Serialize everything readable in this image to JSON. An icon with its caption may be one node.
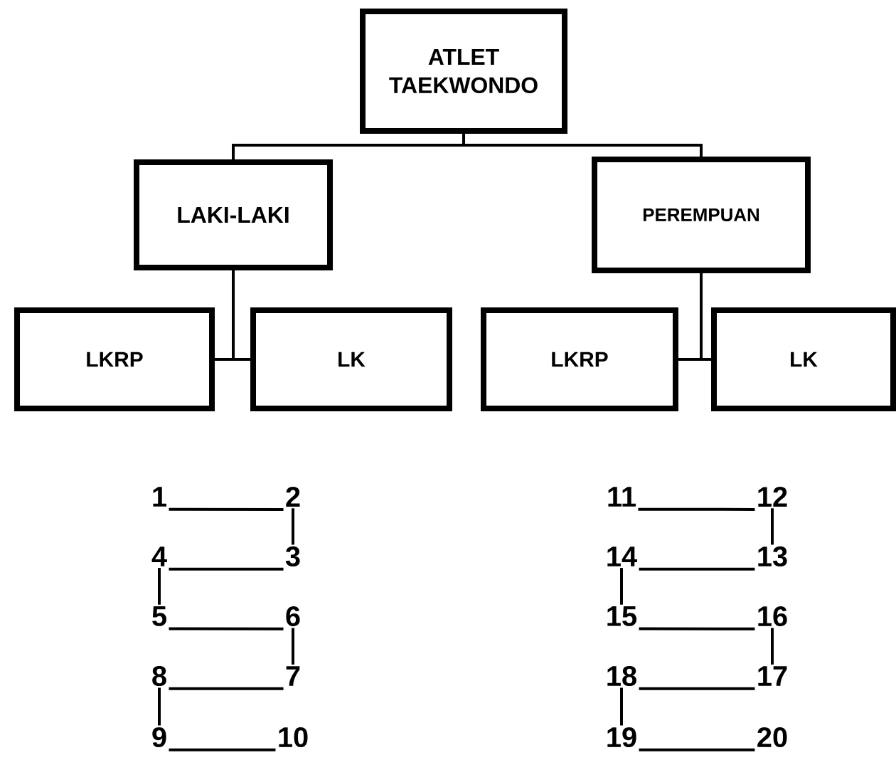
{
  "diagram": {
    "nodes": [
      {
        "text": [
          "ATLET TAEKWONDO"
        ]
      },
      {
        "text": [
          "LAKI-LAKI"
        ]
      },
      {
        "text": [
          "PEREMPUAN"
        ]
      },
      {
        "text": [
          "LKRP"
        ]
      },
      {
        "text": [
          "LK"
        ]
      },
      {
        "text": [
          "LKRP"
        ]
      },
      {
        "text": [
          "LK"
        ]
      },
      {
        "text": [
          "1"
        ]
      },
      {
        "text": [
          "2"
        ]
      },
      {
        "text": [
          "3"
        ]
      },
      {
        "text": [
          "4"
        ]
      },
      {
        "text": [
          "5"
        ]
      },
      {
        "text": [
          "6"
        ]
      },
      {
        "text": [
          "7"
        ]
      },
      {
        "text": [
          "8"
        ]
      },
      {
        "text": [
          "9"
        ]
      },
      {
        "text": [
          "10"
        ]
      },
      {
        "text": [
          "11"
        ]
      },
      {
        "text": [
          "12"
        ]
      },
      {
        "text": [
          "13"
        ]
      },
      {
        "text": [
          "14"
        ]
      },
      {
        "text": [
          "15"
        ]
      },
      {
        "text": [
          "16"
        ]
      },
      {
        "text": [
          "17"
        ]
      },
      {
        "text": [
          "18"
        ]
      },
      {
        "text": [
          "19"
        ]
      },
      {
        "text": [
          "20"
        ]
      }
    ],
    "edges": [
      {
        "from": 0,
        "to": 1,
        "arrow": "none"
      },
      {
        "from": 0,
        "to": 2,
        "arrow": "none"
      },
      {
        "from": 1,
        "to": 3,
        "arrow": "none"
      },
      {
        "from": 1,
        "to": 4,
        "arrow": "none"
      },
      {
        "from": 2,
        "to": 5,
        "arrow": "none"
      },
      {
        "from": 2,
        "to": 6,
        "arrow": "none"
      },
      {
        "from": 7,
        "to": 8,
        "arrow": "none"
      },
      {
        "from": 8,
        "to": 9,
        "arrow": "none"
      },
      {
        "from": 9,
        "to": 10,
        "arrow": "none"
      },
      {
        "from": 10,
        "to": 11,
        "arrow": "none"
      },
      {
        "from": 11,
        "to": 12,
        "arrow": "none"
      },
      {
        "from": 12,
        "to": 13,
        "arrow": "none"
      },
      {
        "from": 13,
        "to": 14,
        "arrow": "none"
      },
      {
        "from": 14,
        "to": 15,
        "arrow": "none"
      },
      {
        "from": 15,
        "to": 16,
        "arrow": "none"
      },
      {
        "from": 17,
        "to": 18,
        "arrow": "none"
      },
      {
        "from": 18,
        "to": 19,
        "arrow": "none"
      },
      {
        "from": 19,
        "to": 20,
        "arrow": "none"
      },
      {
        "from": 20,
        "to": 21,
        "arrow": "none"
      },
      {
        "from": 21,
        "to": 22,
        "arrow": "none"
      },
      {
        "from": 22,
        "to": 23,
        "arrow": "none"
      },
      {
        "from": 23,
        "to": 24,
        "arrow": "none"
      },
      {
        "from": 24,
        "to": 25,
        "arrow": "none"
      },
      {
        "from": 25,
        "to": 26,
        "arrow": "none"
      }
    ]
  }
}
